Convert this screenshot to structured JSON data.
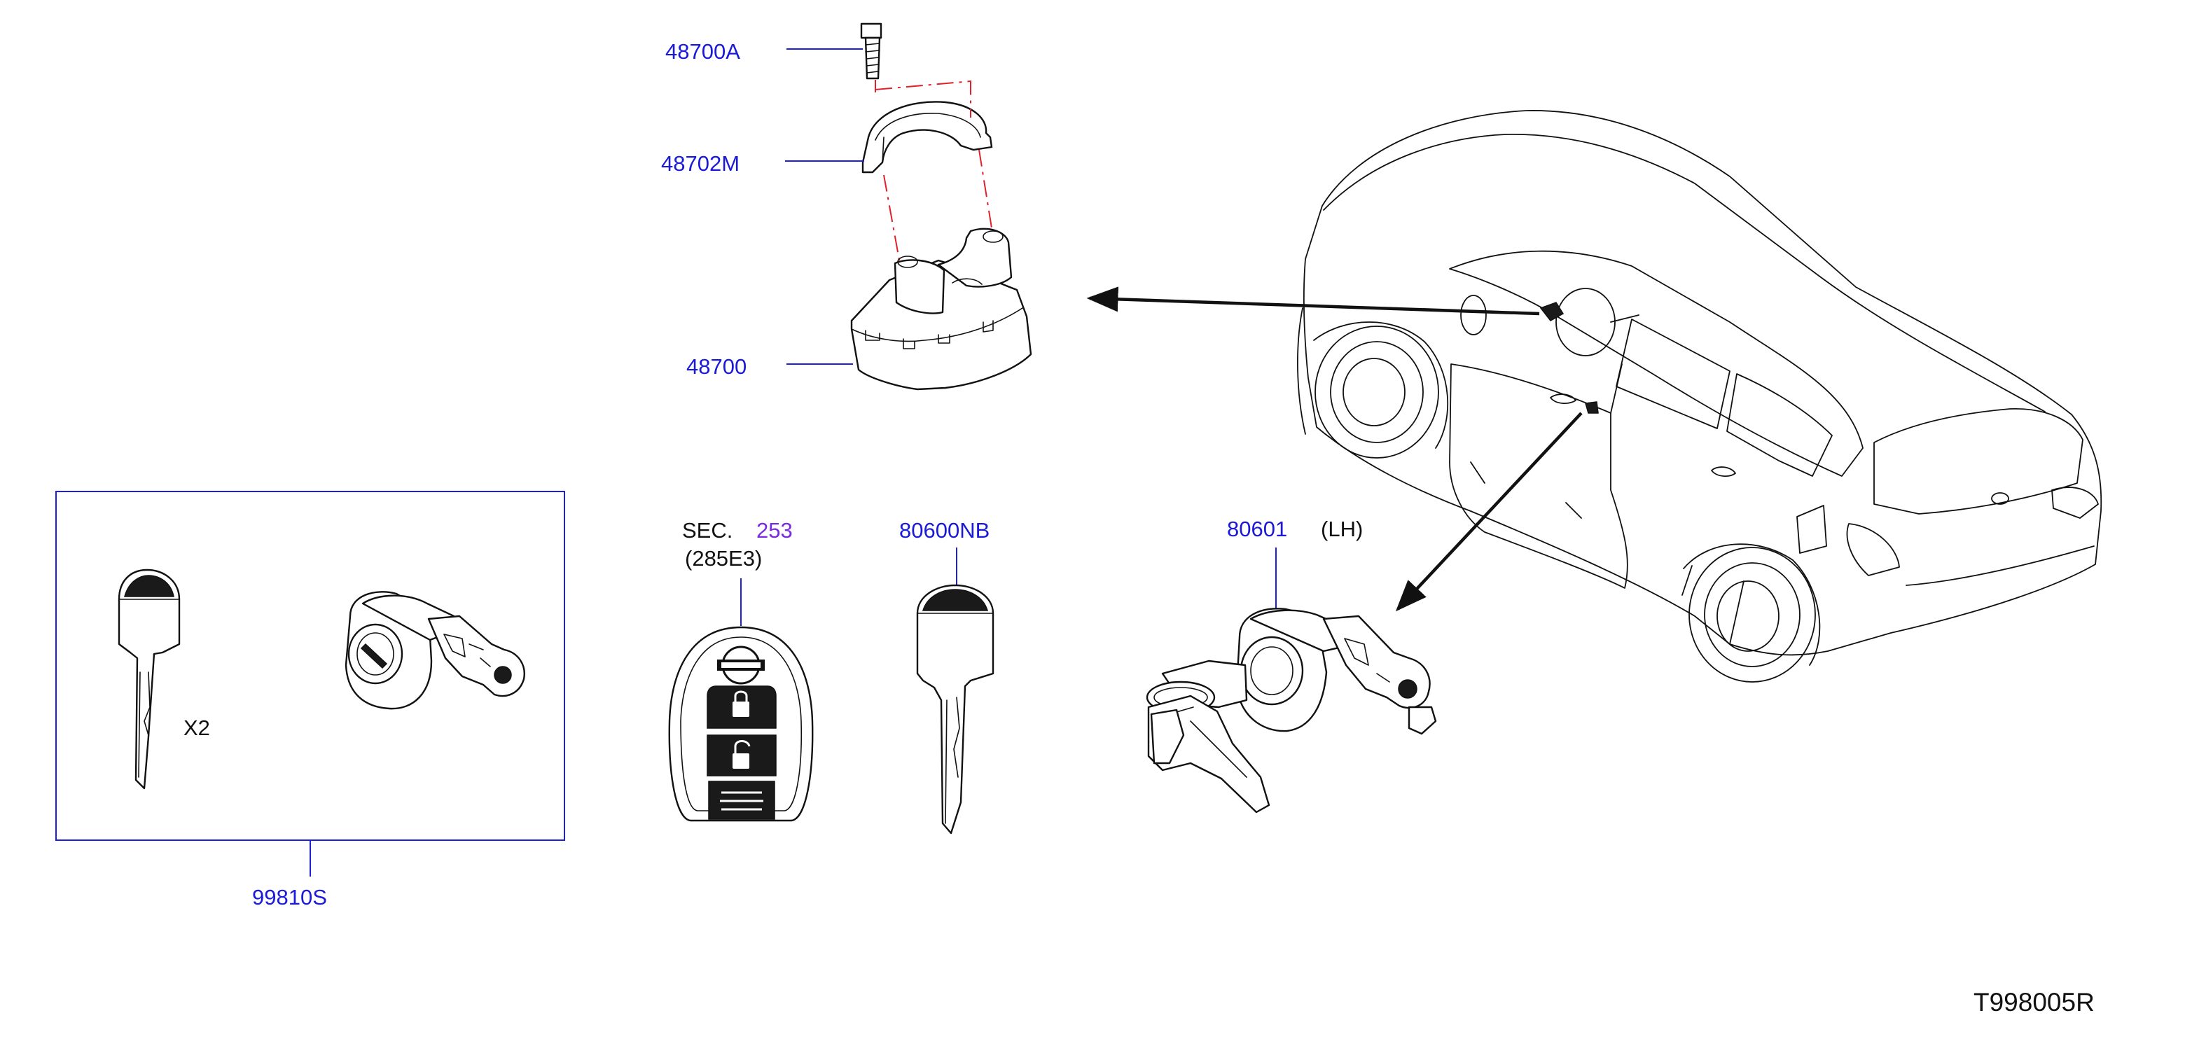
{
  "labels": {
    "bolt": "48700A",
    "clamp": "48702M",
    "steering_lock": "48700",
    "sec_prefix": "SEC.",
    "sec_number": "253",
    "sec_sub": "(285E3)",
    "key_blank": "80600NB",
    "door_cylinder": "80601",
    "door_side": "(LH)",
    "kit_quantity": "X2",
    "kit": "99810S",
    "diagram_code": "T998005R"
  },
  "colors": {
    "part_number": "#1a1ad8",
    "leader_line": "#1f1fd6",
    "dimension_line": "#e0202a",
    "section_ref": "#7a2be0",
    "outline": "#111111"
  },
  "icons": [
    "nissan-logo-icon",
    "lock-icon",
    "unlock-icon"
  ]
}
